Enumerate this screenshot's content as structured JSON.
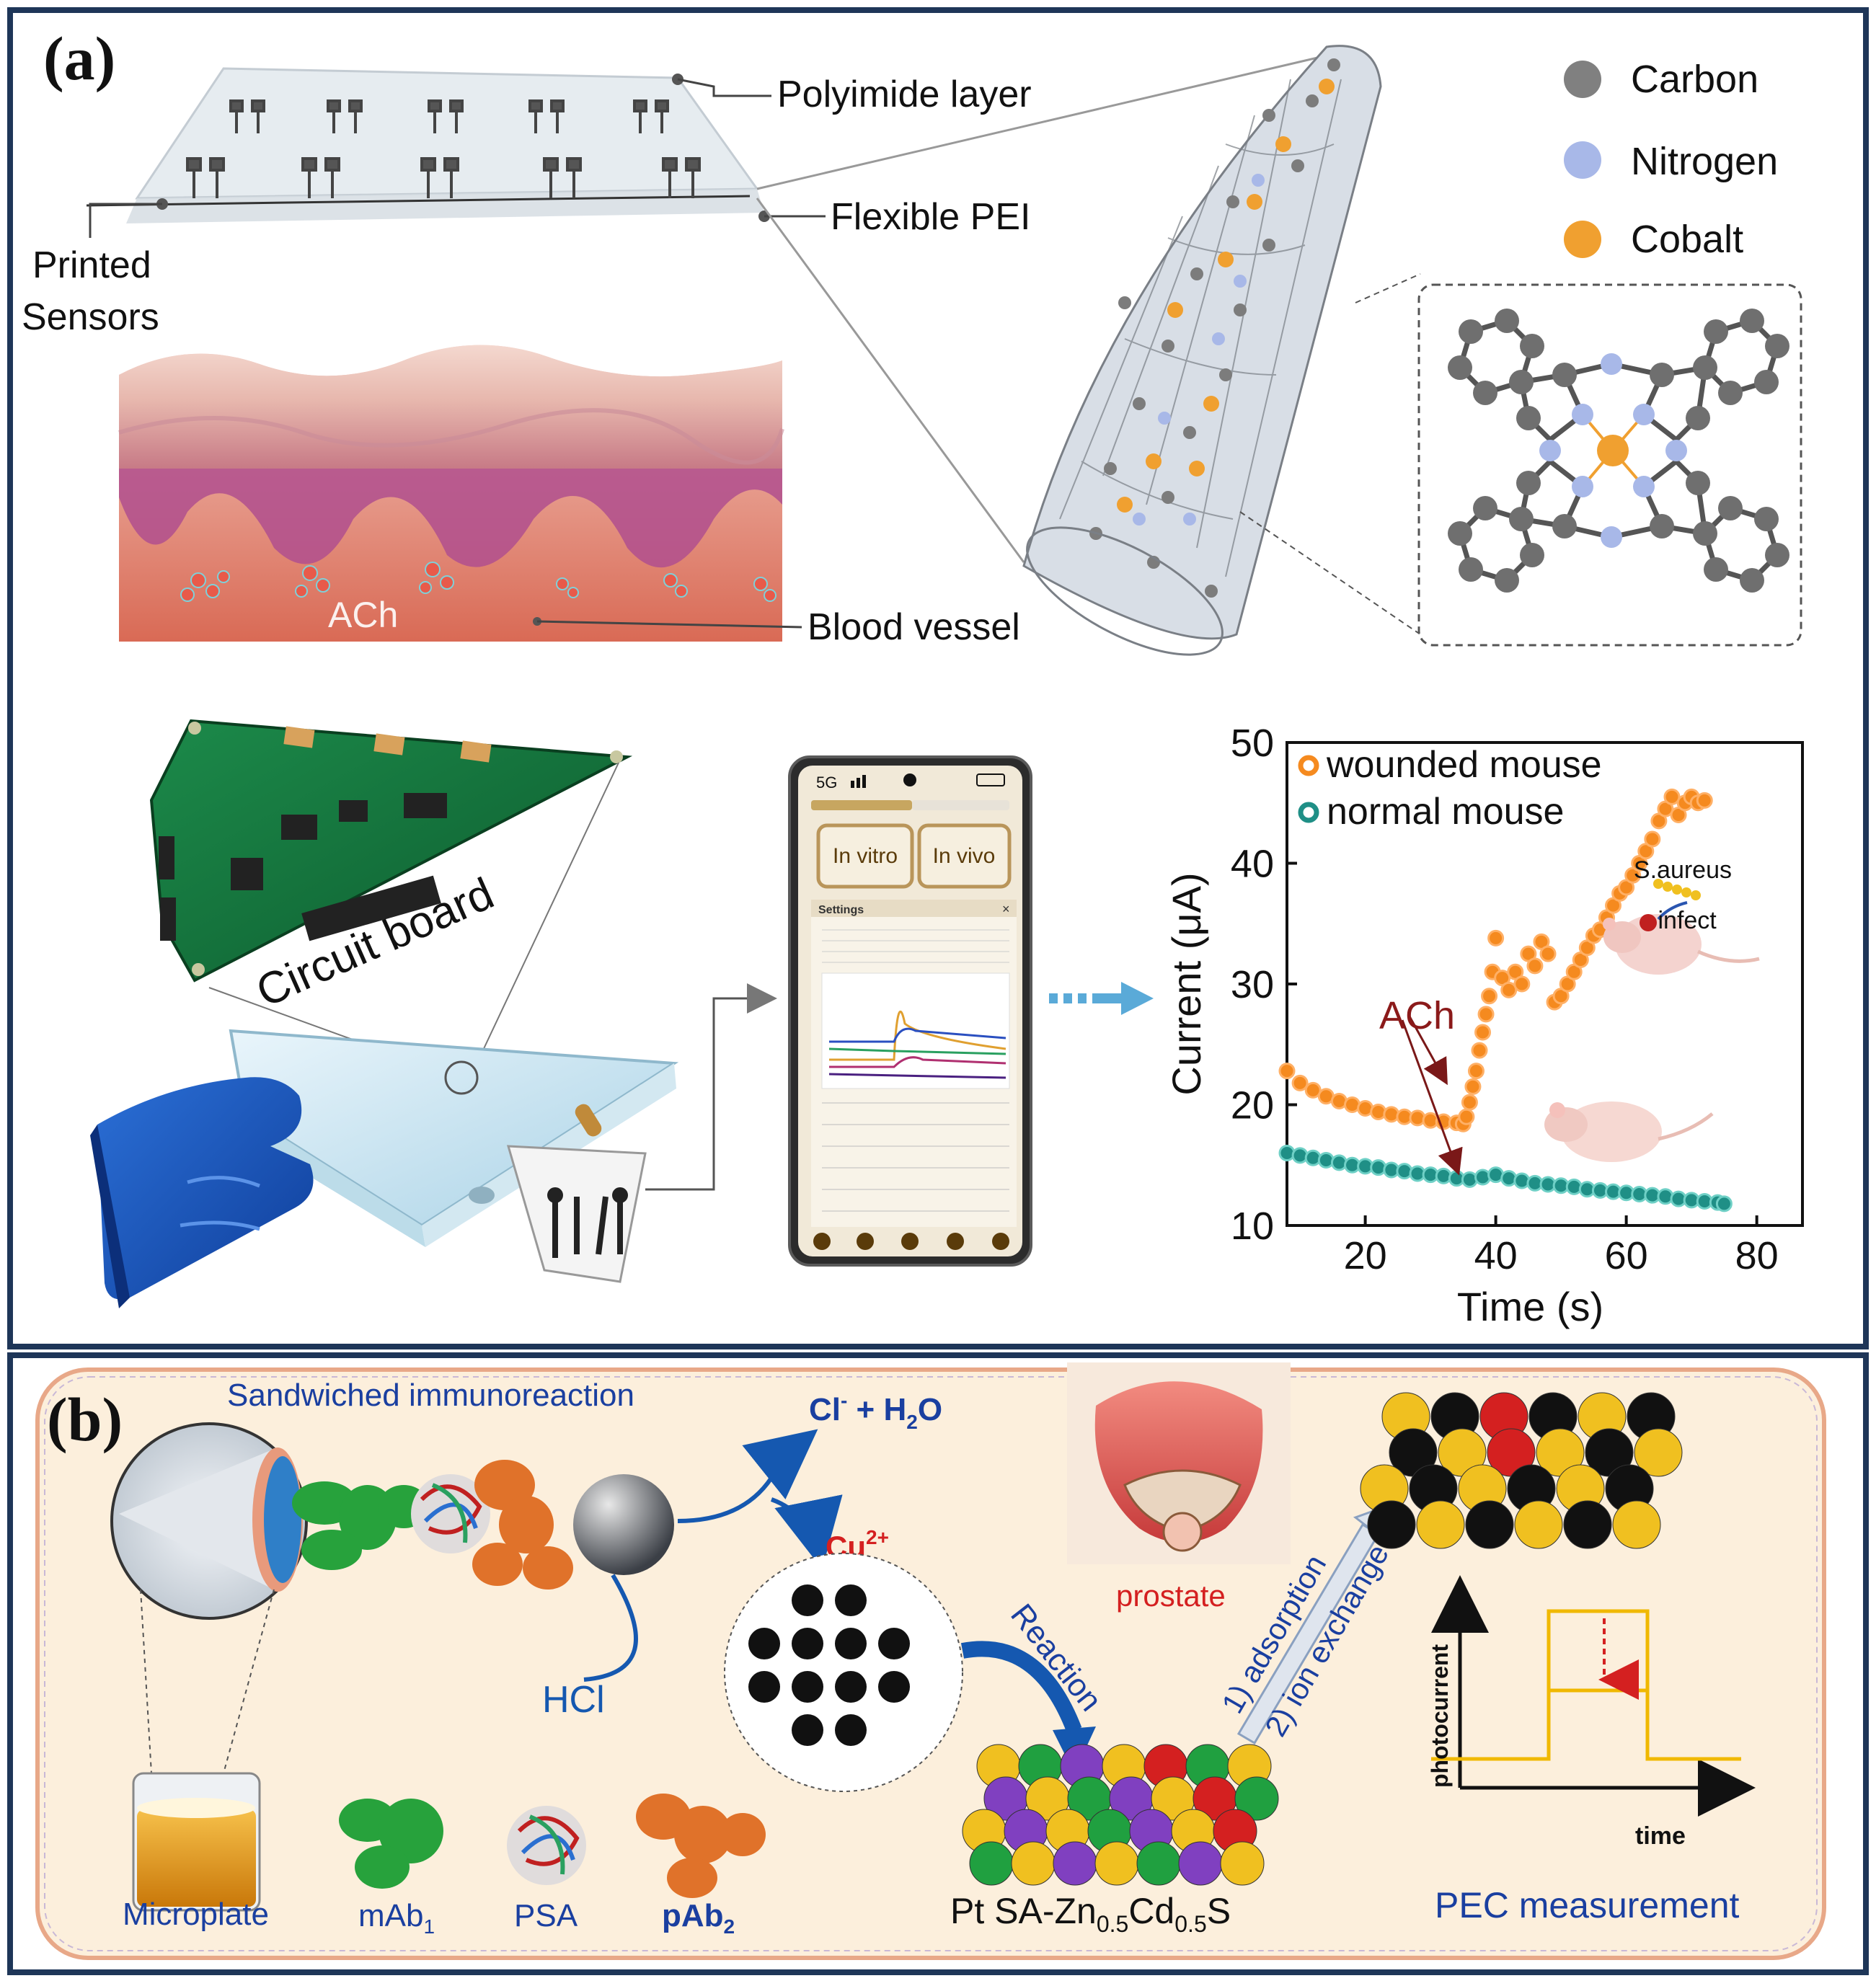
{
  "colors": {
    "frame": "#1e3658",
    "carbon": "#808080",
    "nitrogen": "#a8b8e8",
    "cobalt": "#f0a030",
    "wounded": "#f58a1f",
    "normal": "#1f8f86",
    "arrow_blue": "#5aaad8",
    "text_blue": "#1a3fa0",
    "text_red": "#d42020",
    "ach_label": "#8b1a1a",
    "b_bg": "#fcefdc",
    "b_border": "#e8a888",
    "pec_line": "#f0b800"
  },
  "panel_a": {
    "label": "(a)",
    "polyimide_label": "Polyimide layer",
    "pei_label": "Flexible PEI",
    "printed_sensors_label_1": "Printed",
    "printed_sensors_label_2": "Sensors",
    "ach_tissue_label": "ACh",
    "blood_vessel_label": "Blood vessel",
    "legend": [
      {
        "label": "Carbon",
        "color": "#808080"
      },
      {
        "label": "Nitrogen",
        "color": "#a8b8e8"
      },
      {
        "label": "Cobalt",
        "color": "#f0a030"
      }
    ],
    "circuit_board_label": "Circuit board",
    "phone": {
      "status": "5G",
      "btn_in_vitro": "In vitro",
      "btn_in_vivo": "In vivo",
      "settings_title": "Settings",
      "close_symbol": "×"
    }
  },
  "chart_data": {
    "type": "scatter",
    "title": "",
    "xlabel": "Time (s)",
    "ylabel": "Current (μA)",
    "xlim": [
      8,
      87
    ],
    "ylim": [
      10,
      50
    ],
    "xticks": [
      20,
      40,
      60,
      80
    ],
    "yticks": [
      10,
      20,
      30,
      40,
      50
    ],
    "legend_position": "top-left",
    "series": [
      {
        "name": "wounded mouse",
        "color": "#f58a1f",
        "points": [
          [
            8,
            22.8
          ],
          [
            10,
            21.8
          ],
          [
            12,
            21.2
          ],
          [
            14,
            20.7
          ],
          [
            16,
            20.3
          ],
          [
            18,
            20.0
          ],
          [
            20,
            19.7
          ],
          [
            22,
            19.4
          ],
          [
            24,
            19.2
          ],
          [
            26,
            19.0
          ],
          [
            28,
            18.9
          ],
          [
            30,
            18.7
          ],
          [
            32,
            18.6
          ],
          [
            34,
            18.5
          ],
          [
            35,
            18.4
          ],
          [
            35.5,
            19.0
          ],
          [
            36,
            20.2
          ],
          [
            36.5,
            21.5
          ],
          [
            37,
            22.8
          ],
          [
            37.5,
            24.5
          ],
          [
            38,
            26.0
          ],
          [
            38.5,
            27.5
          ],
          [
            39,
            29.0
          ],
          [
            39.5,
            31.0
          ],
          [
            40,
            33.8
          ],
          [
            41,
            30.5
          ],
          [
            42,
            29.5
          ],
          [
            43,
            31.0
          ],
          [
            44,
            30.0
          ],
          [
            45,
            32.5
          ],
          [
            46,
            31.5
          ],
          [
            47,
            33.5
          ],
          [
            48,
            32.5
          ],
          [
            49,
            28.5
          ],
          [
            50,
            29.0
          ],
          [
            51,
            30.0
          ],
          [
            52,
            31.0
          ],
          [
            53,
            32.0
          ],
          [
            54,
            33.0
          ],
          [
            55,
            34.0
          ],
          [
            56,
            34.5
          ],
          [
            57,
            35.5
          ],
          [
            58,
            36.5
          ],
          [
            59,
            37.5
          ],
          [
            60,
            38.0
          ],
          [
            61,
            39.0
          ],
          [
            62,
            40.0
          ],
          [
            63,
            41.0
          ],
          [
            64,
            42.0
          ],
          [
            65,
            43.5
          ],
          [
            66,
            44.5
          ],
          [
            67,
            45.5
          ],
          [
            68,
            44.0
          ],
          [
            69,
            45.0
          ],
          [
            70,
            45.5
          ],
          [
            71,
            45.0
          ],
          [
            72,
            45.2
          ]
        ]
      },
      {
        "name": "normal mouse",
        "color": "#1f8f86",
        "points": [
          [
            8,
            16.0
          ],
          [
            10,
            15.8
          ],
          [
            12,
            15.6
          ],
          [
            14,
            15.4
          ],
          [
            16,
            15.2
          ],
          [
            18,
            15.0
          ],
          [
            20,
            14.9
          ],
          [
            22,
            14.8
          ],
          [
            24,
            14.6
          ],
          [
            26,
            14.5
          ],
          [
            28,
            14.3
          ],
          [
            30,
            14.2
          ],
          [
            32,
            14.1
          ],
          [
            34,
            13.9
          ],
          [
            36,
            13.8
          ],
          [
            38,
            14.0
          ],
          [
            40,
            14.2
          ],
          [
            42,
            13.9
          ],
          [
            44,
            13.7
          ],
          [
            46,
            13.5
          ],
          [
            48,
            13.4
          ],
          [
            50,
            13.3
          ],
          [
            52,
            13.2
          ],
          [
            54,
            13.0
          ],
          [
            56,
            12.9
          ],
          [
            58,
            12.8
          ],
          [
            60,
            12.7
          ],
          [
            62,
            12.6
          ],
          [
            64,
            12.5
          ],
          [
            66,
            12.4
          ],
          [
            68,
            12.2
          ],
          [
            70,
            12.1
          ],
          [
            72,
            12.0
          ],
          [
            74,
            11.9
          ],
          [
            75,
            11.8
          ]
        ]
      }
    ],
    "annotations": [
      {
        "text": "ACh",
        "x": 36.5,
        "y": 27.5
      },
      {
        "text": "S.aureus",
        "x": 75.5,
        "y": 39.5
      },
      {
        "text": "infect",
        "x": 77,
        "y": 35.3
      }
    ]
  },
  "panel_b": {
    "label": "(b)",
    "sandwich_title": "Sandwiched immunoreaction",
    "cl_text": "Cl",
    "cl_sup": "-",
    "plus_h2o": " + H",
    "h2o_sub": "2",
    "h2o_tail": "O",
    "cu_text": "Cu",
    "cu_sup": "2+",
    "hcl": "HCl",
    "reaction": "Reaction",
    "prostate": "prostate",
    "adsorption": "1) adsorption",
    "ion_exchange": "2) ion exchange",
    "legend_microplate": "Microplate",
    "legend_mab": "mAb",
    "legend_mab_sub": "1",
    "legend_psa": "PSA",
    "legend_pab": "pAb",
    "legend_pab_sub": "2",
    "catalyst_prefix": "Pt SA-Zn",
    "catalyst_sub1": "0.5",
    "catalyst_mid": "Cd",
    "catalyst_sub2": "0.5",
    "catalyst_tail": "S",
    "pec_measurement": "PEC measurement",
    "pec_ylabel": "photocurrent",
    "pec_xlabel": "time"
  }
}
